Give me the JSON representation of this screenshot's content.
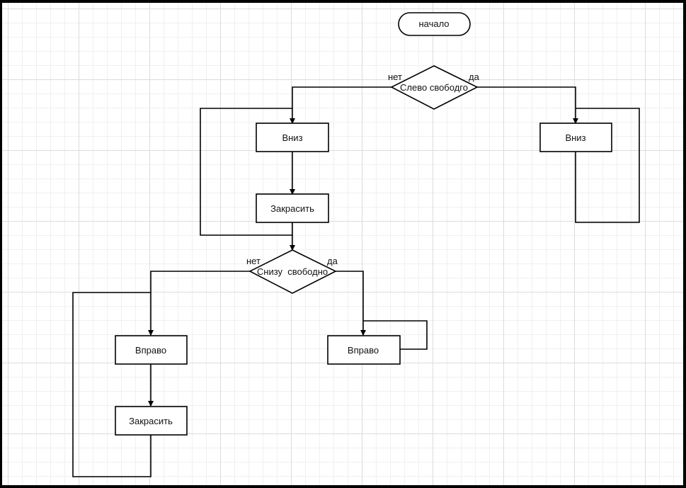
{
  "diagram": {
    "start": "начало",
    "decision1": {
      "text": "Слево свободго",
      "no_label": "нет",
      "yes_label": "да"
    },
    "no_branch1": {
      "step1": "Вниз",
      "step2": "Закрасить"
    },
    "yes_branch1": {
      "step1": "Вниз"
    },
    "decision2": {
      "text": "Снизу  свободно",
      "no_label": "нет",
      "yes_label": "да"
    },
    "no_branch2": {
      "step1": "Вправо",
      "step2": "Закрасить"
    },
    "yes_branch2": {
      "step1": "Вправо"
    }
  }
}
